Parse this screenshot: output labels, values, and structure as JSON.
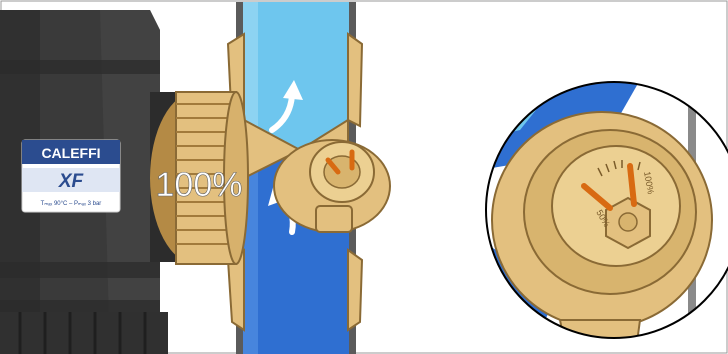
{
  "brand": {
    "name": "CALEFFI",
    "model": "XF",
    "spec_line": "Tₘₐₓ 90°C – Pₘₐₓ 3 bar"
  },
  "setting": {
    "percent_label": "100%",
    "valve_opening_fraction": 1.0
  },
  "detail_dial": {
    "scale_low": "50%",
    "scale_high": "100%"
  },
  "colors": {
    "pipe_blue": "#2f6fd1",
    "pipe_light_blue": "#6ec6ee",
    "brass": "#e3c07f",
    "brass_shadow": "#b48a45",
    "body_dark": "#3a3a3a",
    "indicator_orange": "#d86a12",
    "label_blue": "#2b4c8f"
  },
  "icons": {
    "flow_arrow_up": "flow-arrow-up-icon",
    "flow_arrow_curved": "flow-arrow-curved-icon"
  }
}
